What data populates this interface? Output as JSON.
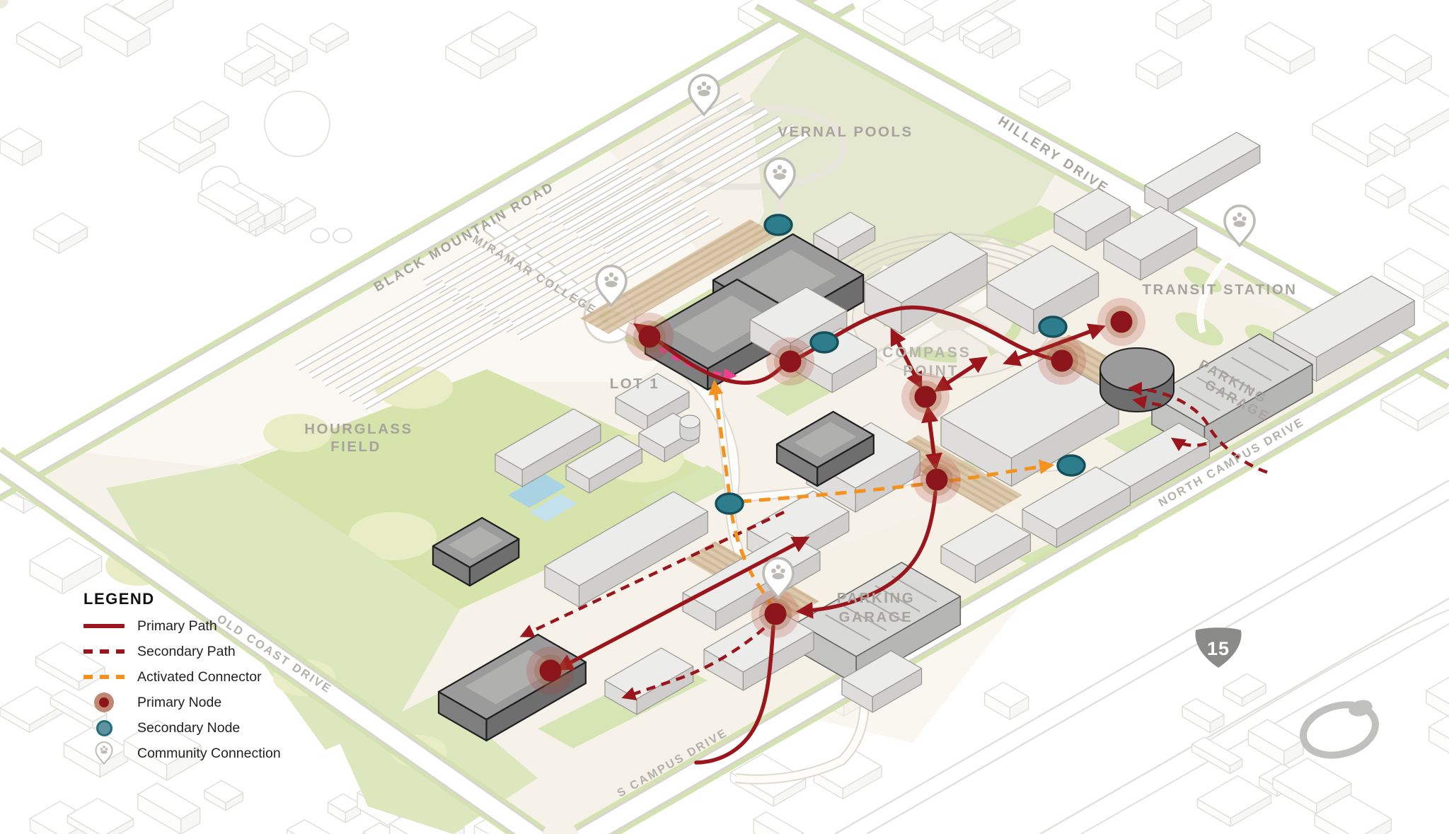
{
  "legend": {
    "title": "LEGEND",
    "items": [
      {
        "id": "primary-path",
        "label": "Primary Path",
        "swatch": "line-solid",
        "color": "#9a161c"
      },
      {
        "id": "secondary-path",
        "label": "Secondary Path",
        "swatch": "line-dashed",
        "color": "#9a161c"
      },
      {
        "id": "activated-connector",
        "label": "Activated Connector",
        "swatch": "line-dashed",
        "color": "#f5921e"
      },
      {
        "id": "primary-node",
        "label": "Primary Node",
        "swatch": "node",
        "color": "#8c151b",
        "halo": "#c08873"
      },
      {
        "id": "secondary-node",
        "label": "Secondary Node",
        "swatch": "node",
        "color": "#2e7d8c",
        "border": "#1e6e7e"
      },
      {
        "id": "community-connection",
        "label": "Community Connection",
        "swatch": "pin",
        "color": "#bdbbb6"
      }
    ]
  },
  "map_labels": {
    "vernal_pools": "VERNAL POOLS",
    "hillery_drive": "HILLERY DRIVE",
    "black_mountain_road": "BLACK MOUNTAIN ROAD",
    "miramar_college": "MIRAMAR COLLEGE",
    "transit_station": "TRANSIT STATION",
    "lot_1": "LOT 1",
    "compass_point_line1": "COMPASS",
    "compass_point_line2": "POINT",
    "hourglass_field_line1": "HOURGLASS",
    "hourglass_field_line2": "FIELD",
    "parking_garage_north_line1": "PARKING",
    "parking_garage_north_line2": "GARAGE",
    "parking_garage_south_line1": "PARKING",
    "parking_garage_south_line2": "GARAGE",
    "north_campus_drive": "NORTH CAMPUS DRIVE",
    "s_campus_drive": "S CAMPUS DRIVE",
    "old_coast_drive": "OLD COAST DRIVE",
    "interstate_shield": "15"
  },
  "colors": {
    "primary_path": "#9a161c",
    "primary_node": "#8c151b",
    "primary_node_halo": "#b04038",
    "secondary_node": "#2e7d8c",
    "secondary_node_border": "#14505c",
    "activated_connector": "#f5921e",
    "highlight_path_pink": "#ef3f8e",
    "community_pin": "#bdbbb6",
    "campus_ground": "#f6f2ea",
    "lawn_green": "#d7e4b4",
    "vernal_green": "#e3e8cf",
    "field_green": "#d6e3ab",
    "road_white": "#ffffff",
    "building_light": "#ececea",
    "building_dark": "#9b9b9b",
    "paseo_tan": "#d9c3a4",
    "label_gray": "#a6a49d",
    "water_blue": "#a9d3e2"
  }
}
